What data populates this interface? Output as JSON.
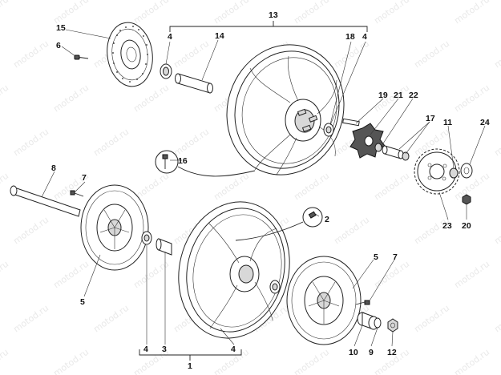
{
  "watermark": "motod.ru",
  "callouts": {
    "c1": "1",
    "c2": "2",
    "c3": "3",
    "c4a": "4",
    "c4b": "4",
    "c4c": "4",
    "c4d": "4",
    "c5a": "5",
    "c5b": "5",
    "c6": "6",
    "c7a": "7",
    "c7b": "7",
    "c8": "8",
    "c9": "9",
    "c10": "10",
    "c11": "11",
    "c12": "12",
    "c13": "13",
    "c14": "14",
    "c15": "15",
    "c16": "16",
    "c17": "17",
    "c18": "18",
    "c19": "19",
    "c20": "20",
    "c21": "21",
    "c22": "22",
    "c23": "23",
    "c24": "24"
  }
}
